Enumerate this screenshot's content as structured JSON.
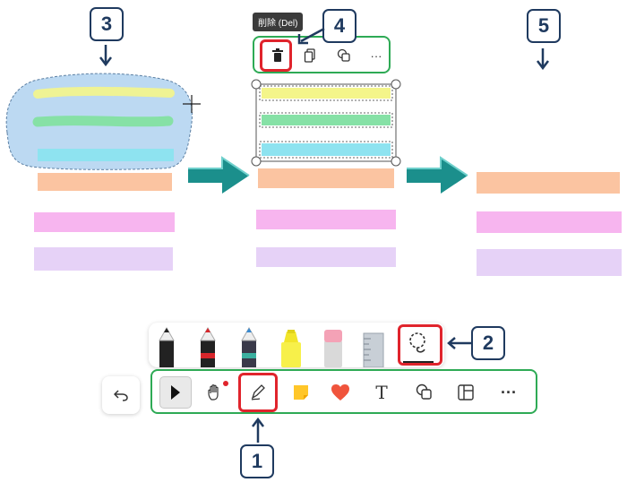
{
  "callouts": [
    "1",
    "2",
    "3",
    "4",
    "5"
  ],
  "tooltip": "削除 (Del)",
  "context_bar": {
    "icons": [
      "trash-icon",
      "copy-icon",
      "duplicate-shapes-icon",
      "more-icon"
    ],
    "more_label": "···"
  },
  "pen_tray": {
    "tools": [
      "black-pen",
      "red-pen",
      "galaxy-pen",
      "yellow-highlighter",
      "eraser",
      "ruler",
      "lasso-select"
    ],
    "selected": "lasso-select"
  },
  "toolbar": {
    "tools": [
      "select",
      "pan",
      "pen",
      "sticky-note",
      "reaction",
      "text",
      "shapes",
      "template",
      "more"
    ],
    "selected": "select",
    "pen_active_outline": "pen",
    "text_label": "T",
    "more_label": "···"
  },
  "colors": {
    "accent_green": "#2eaa55",
    "highlight_red": "#e0242c",
    "callout_blue": "#1f3a5f",
    "arrow_teal": "#1b8f8c",
    "stroke_yellow": "#f4f58a",
    "stroke_green": "#86e1a6",
    "stroke_cyan": "#8ee3f0",
    "stroke_orange": "#fbc4a1",
    "stroke_pink": "#f7b5ef",
    "stroke_lavender": "#e6d2f7",
    "lasso_fill": "#bcd9f2"
  }
}
